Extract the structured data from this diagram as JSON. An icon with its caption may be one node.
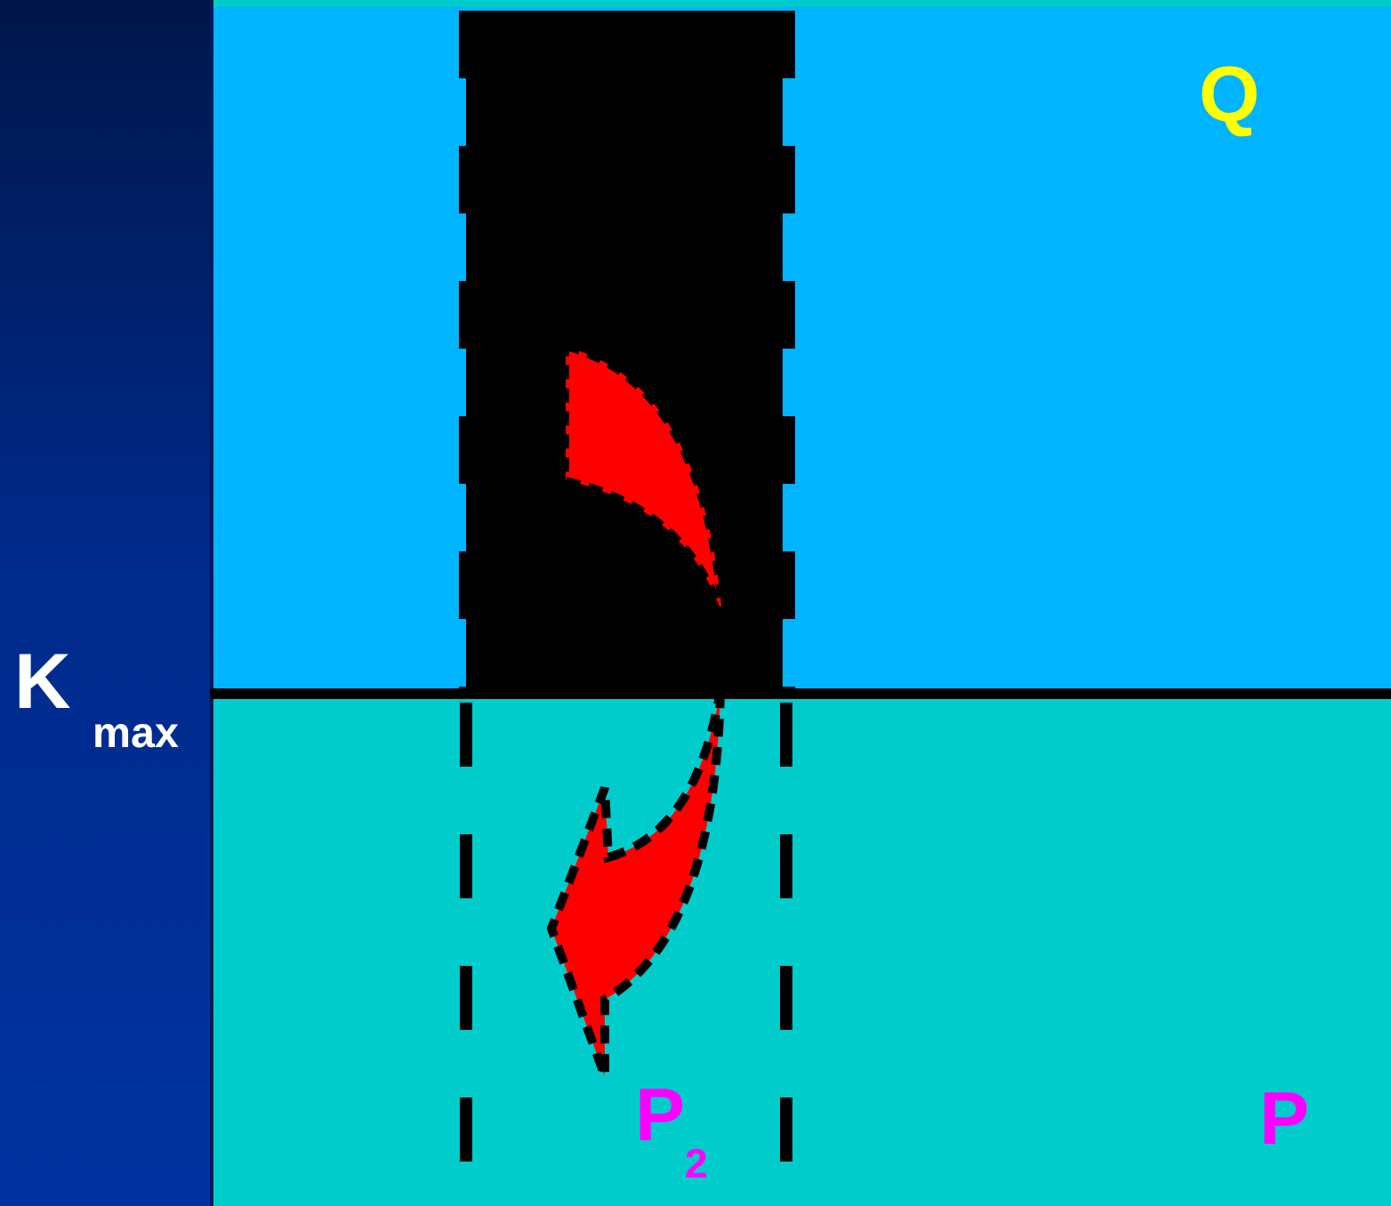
{
  "diagram": {
    "labels": [
      "K $_{max}$",
      "Q",
      "P$_{2}$",
      "P"
    ]
  }
}
